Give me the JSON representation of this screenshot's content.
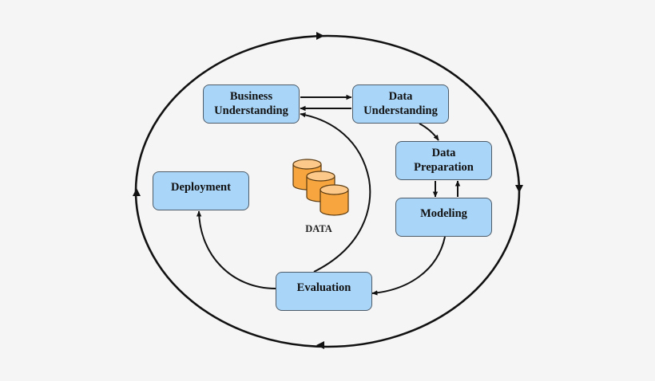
{
  "diagram": {
    "title": "CRISP-DM Process Cycle",
    "colors": {
      "background": "#f5f5f5",
      "box_fill": "#a9d5f8",
      "box_border": "#4d5b68",
      "arrow": "#111111",
      "cylinder_body": "#f7a53e",
      "cylinder_top": "#fcc98a",
      "cylinder_outline": "#5a3a10"
    },
    "phases": [
      {
        "id": "business",
        "lines": [
          "Business",
          "Understanding"
        ]
      },
      {
        "id": "data_understanding",
        "lines": [
          "Data",
          "Understanding"
        ]
      },
      {
        "id": "data_preparation",
        "lines": [
          "Data",
          "Preparation"
        ]
      },
      {
        "id": "modeling",
        "lines": [
          "Modeling"
        ]
      },
      {
        "id": "evaluation",
        "lines": [
          "Evaluation"
        ]
      },
      {
        "id": "deployment",
        "lines": [
          "Deployment"
        ]
      }
    ],
    "center": {
      "icon": "database-cylinders-icon",
      "cylinder_count": 3,
      "label": "DATA"
    },
    "flows": [
      {
        "from": "Business Understanding",
        "to": "Data Understanding"
      },
      {
        "from": "Data Understanding",
        "to": "Business Understanding"
      },
      {
        "from": "Data Understanding",
        "to": "Data Preparation"
      },
      {
        "from": "Data Preparation",
        "to": "Modeling"
      },
      {
        "from": "Modeling",
        "to": "Data Preparation"
      },
      {
        "from": "Modeling",
        "to": "Evaluation"
      },
      {
        "from": "Evaluation",
        "to": "Business Understanding"
      },
      {
        "from": "Evaluation",
        "to": "Deployment"
      }
    ],
    "outer_cycle": {
      "direction": "clockwise",
      "arrowheads": 4
    }
  }
}
